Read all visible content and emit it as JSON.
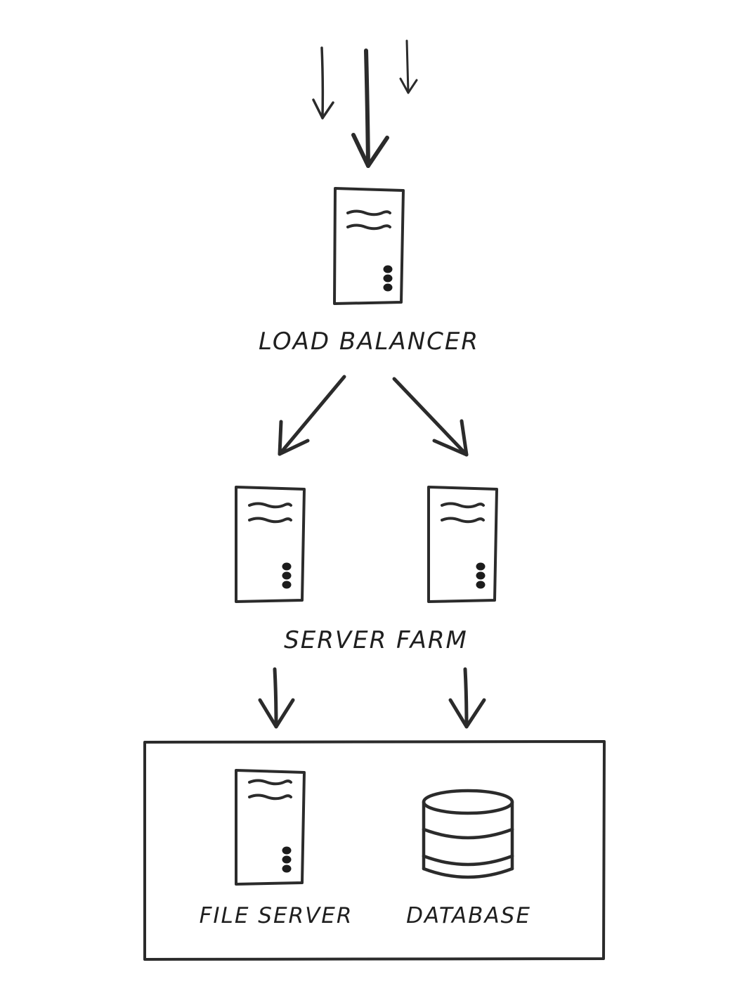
{
  "labels": {
    "load_balancer": "LOAD BALANCER",
    "server_farm": "SERVER FARM",
    "file_server": "FILE SERVER",
    "database": "DATABASE"
  },
  "colors": {
    "ink": "#2b2b2b",
    "background": "#ffffff"
  },
  "icons": [
    "server-icon",
    "database-icon",
    "arrow-down-icon"
  ]
}
